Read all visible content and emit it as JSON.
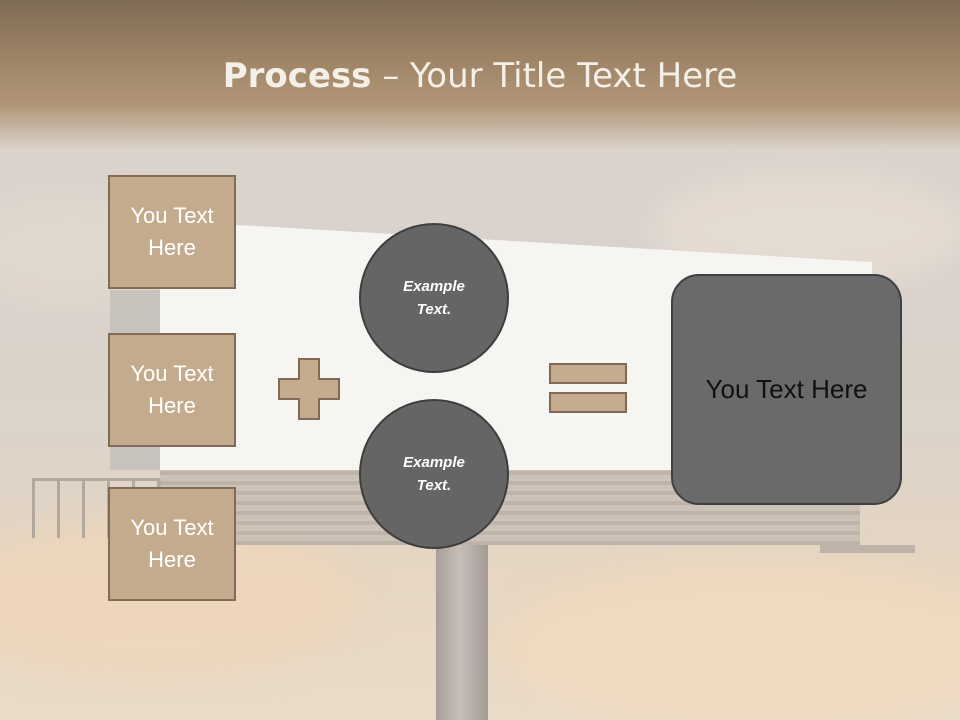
{
  "slide": {
    "title_bold": "Process",
    "title_rest": " – Your Title Text Here"
  },
  "left_boxes": [
    {
      "label": "You Text Here"
    },
    {
      "label": "You Text Here"
    },
    {
      "label": "You Text Here"
    }
  ],
  "circles": [
    {
      "label": "Example Text."
    },
    {
      "label": "Example Text."
    }
  ],
  "result": {
    "label": "You Text Here"
  },
  "colors": {
    "tan_box": "#c4ab8e",
    "tan_border": "#7f6b58",
    "circle_fill": "#656565",
    "result_fill": "#6a6a6a",
    "header_band": "#9f8467"
  },
  "icons": [
    "plus-sign-icon",
    "equals-sign-icon"
  ]
}
